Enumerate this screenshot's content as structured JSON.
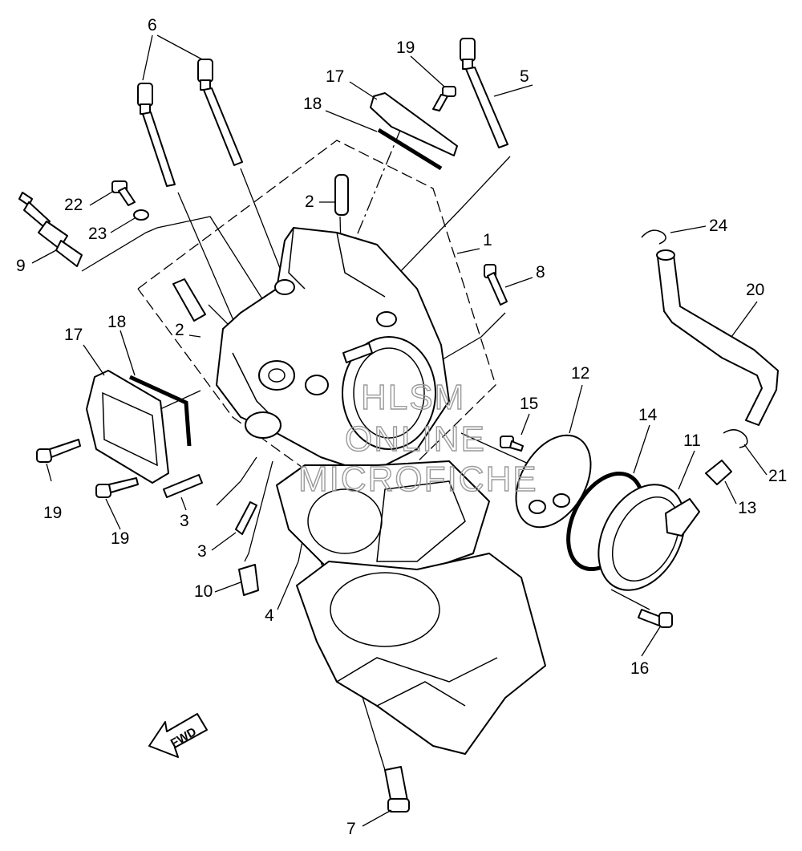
{
  "callouts": [
    {
      "id": "1",
      "text": "1"
    },
    {
      "id": "2a",
      "text": "2"
    },
    {
      "id": "2b",
      "text": "2"
    },
    {
      "id": "3a",
      "text": "3"
    },
    {
      "id": "3b",
      "text": "3"
    },
    {
      "id": "4",
      "text": "4"
    },
    {
      "id": "5",
      "text": "5"
    },
    {
      "id": "6",
      "text": "6"
    },
    {
      "id": "7",
      "text": "7"
    },
    {
      "id": "8",
      "text": "8"
    },
    {
      "id": "9",
      "text": "9"
    },
    {
      "id": "10",
      "text": "10"
    },
    {
      "id": "11",
      "text": "11"
    },
    {
      "id": "12",
      "text": "12"
    },
    {
      "id": "13",
      "text": "13"
    },
    {
      "id": "14",
      "text": "14"
    },
    {
      "id": "15",
      "text": "15"
    },
    {
      "id": "16",
      "text": "16"
    },
    {
      "id": "17a",
      "text": "17"
    },
    {
      "id": "17b",
      "text": "17"
    },
    {
      "id": "18a",
      "text": "18"
    },
    {
      "id": "18b",
      "text": "18"
    },
    {
      "id": "19a",
      "text": "19"
    },
    {
      "id": "19b",
      "text": "19"
    },
    {
      "id": "19c",
      "text": "19"
    },
    {
      "id": "20",
      "text": "20"
    },
    {
      "id": "21",
      "text": "21"
    },
    {
      "id": "22",
      "text": "22"
    },
    {
      "id": "23",
      "text": "23"
    },
    {
      "id": "24",
      "text": "24"
    }
  ],
  "watermark": {
    "line1": "HLSM",
    "line2": "ONLINE",
    "line3": "MICROFICHE"
  },
  "direction_arrow": {
    "label": "FWD"
  }
}
